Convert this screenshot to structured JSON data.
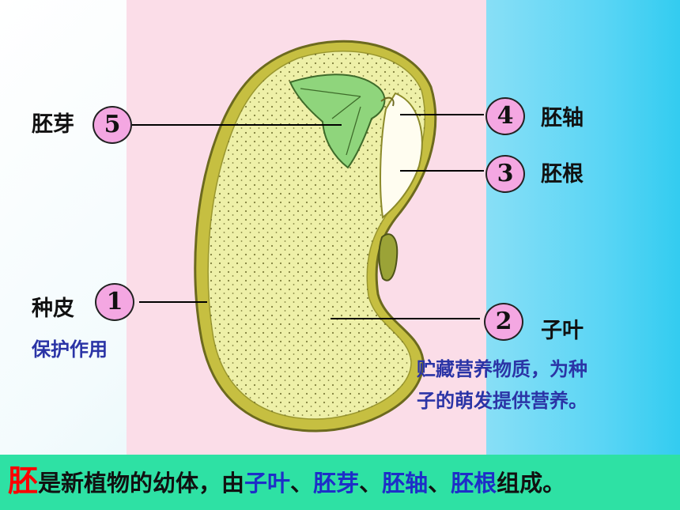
{
  "labels": {
    "n5": "5",
    "t5": "胚芽",
    "n4": "4",
    "t4": "胚轴",
    "n3": "3",
    "t3": "胚根",
    "n1": "1",
    "t1": "种皮",
    "n2": "2",
    "t2": "子叶"
  },
  "notes": {
    "seedcoat_fn": "保护作用",
    "cotyledon_fn_line1": "贮藏营养物质，为种",
    "cotyledon_fn_line2": "子的萌发提供营养。"
  },
  "bottom": {
    "red": "胚",
    "p1": "是新植物的幼体，由",
    "c1": "子叶",
    "s1": "、",
    "c2": "胚芽",
    "s2": "、",
    "c3": "胚轴",
    "s3": "、",
    "c4": "胚根",
    "p2": "组成。"
  },
  "colors": {
    "pink_panel": "#fbdde8",
    "cyan_panel": "#5ad5f5",
    "bottom_bar": "#2ee1a4",
    "circle_fill": "#f4a7e2",
    "blue_text": "#2b34a6",
    "red_text": "#ff0000"
  }
}
